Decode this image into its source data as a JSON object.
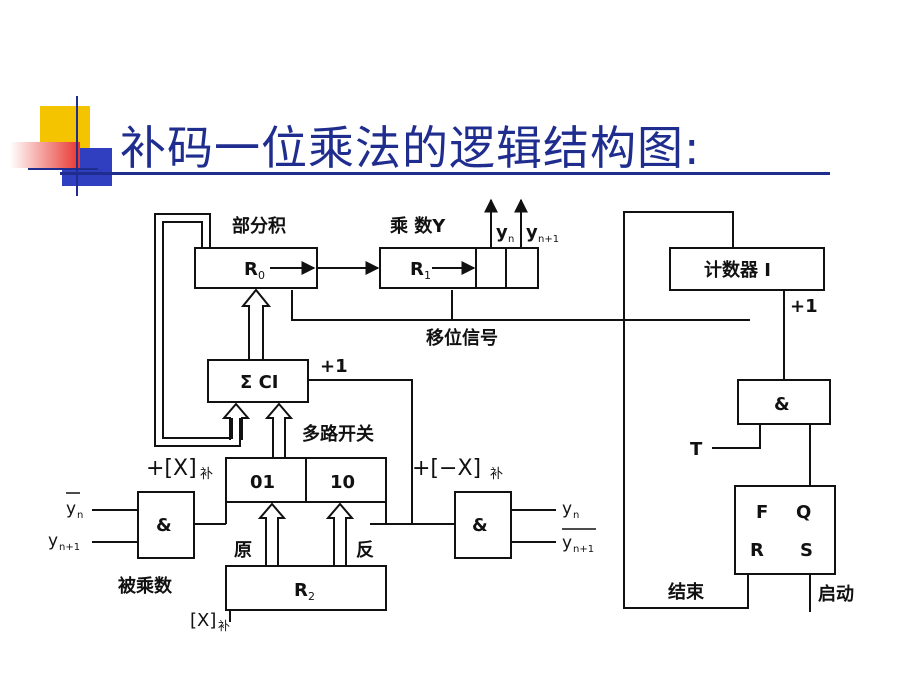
{
  "title": "补码一位乘法的逻辑结构图:",
  "colors": {
    "title": "#1f2d8f",
    "deco_yellow": "#f5c400",
    "deco_red": "#e8342f",
    "deco_blue": "#2f3fbf"
  },
  "diagram": {
    "partial_product": "部分积",
    "multiplier": "乘 数Y",
    "yn": "y",
    "yn_sub": "n",
    "yn1": "y",
    "yn1_sub": "n+1",
    "r0": "R",
    "r0_sub": "0",
    "r1": "R",
    "r1_sub": "1",
    "shift_signal": "移位信号",
    "counter": "计数器 I",
    "plus_one_counter": "+1",
    "adder": "Σ  CI",
    "plus_one_adder": "+1",
    "mux": "多路开关",
    "mux_left": "01",
    "mux_right": "10",
    "and_counter": "&",
    "t_label": "T",
    "plus_x": "+[X]",
    "plus_x_sub": "补",
    "minus_x": "+[−X]",
    "minus_x_sub": "补",
    "and_left": "&",
    "and_right": "&",
    "in_yn_bar": "y",
    "in_yn_bar_sub": "n",
    "in_yn1": "y",
    "in_yn1_sub": "n+1",
    "in_yn": "y",
    "in_yn_sub": "n",
    "in_yn1_bar": "y",
    "in_yn1_bar_sub": "n+1",
    "yuan": "原",
    "fan": "反",
    "r2": "R",
    "r2_sub": "2",
    "multiplicand": "被乘数",
    "x_comp": "[X]",
    "x_comp_sub": "补",
    "ff_f": "F",
    "ff_q": "Q",
    "ff_r": "R",
    "ff_s": "S",
    "end": "结束",
    "start": "启动"
  }
}
